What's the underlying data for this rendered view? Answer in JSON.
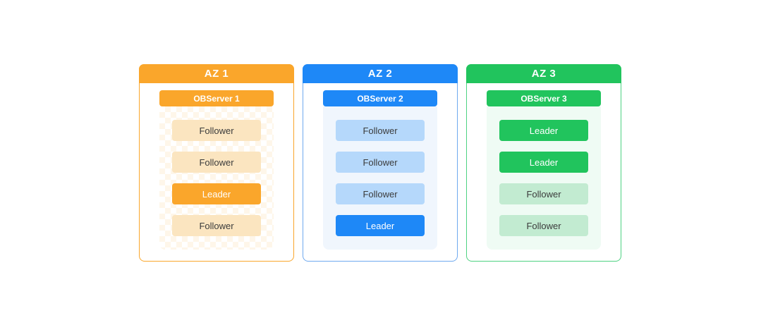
{
  "page": {
    "background_color": "#ffffff"
  },
  "diagram": {
    "description_colors": {
      "az1_theme": "#FAA62B",
      "az1_follower_fill": "#FBE5C0",
      "az2_theme": "#1E88F7",
      "az2_follower_fill": "#B5D8FB",
      "az2_panel_fill": "#F0F6FD",
      "az3_theme": "#21C45D",
      "az3_follower_fill": "#C2EBD1",
      "az3_panel_fill": "#EFFBF4",
      "follower_text": "#3B3B3B",
      "leader_text": "#ffffff"
    },
    "zones": [
      {
        "title": "AZ 1",
        "server_label": "OBServer 1",
        "replicas": [
          {
            "label": "Follower",
            "role": "follower"
          },
          {
            "label": "Follower",
            "role": "follower"
          },
          {
            "label": "Leader",
            "role": "leader"
          },
          {
            "label": "Follower",
            "role": "follower"
          }
        ]
      },
      {
        "title": "AZ 2",
        "server_label": "OBServer 2",
        "replicas": [
          {
            "label": "Follower",
            "role": "follower"
          },
          {
            "label": "Follower",
            "role": "follower"
          },
          {
            "label": "Follower",
            "role": "follower"
          },
          {
            "label": "Leader",
            "role": "leader"
          }
        ]
      },
      {
        "title": "AZ 3",
        "server_label": "OBServer 3",
        "replicas": [
          {
            "label": "Leader",
            "role": "leader"
          },
          {
            "label": "Leader",
            "role": "leader"
          },
          {
            "label": "Follower",
            "role": "follower"
          },
          {
            "label": "Follower",
            "role": "follower"
          }
        ]
      }
    ]
  }
}
